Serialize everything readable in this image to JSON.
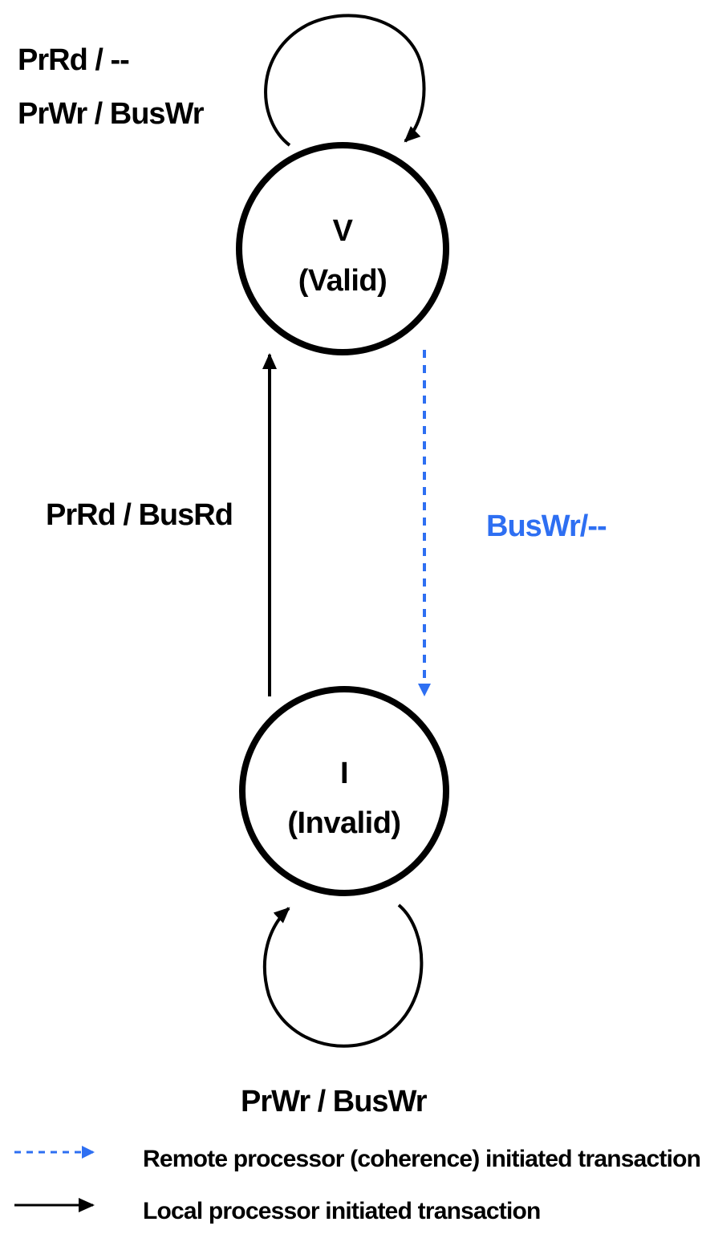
{
  "colors": {
    "local": "#000000",
    "remote": "#2e6ff2",
    "background": "#ffffff"
  },
  "states": {
    "valid": {
      "symbol": "V",
      "name": "(Valid)"
    },
    "invalid": {
      "symbol": "I",
      "name": "(Invalid)"
    }
  },
  "transitions": {
    "valid_self_line1": "PrRd / --",
    "valid_self_line2": "PrWr / BusWr",
    "invalid_to_valid": "PrRd / BusRd",
    "valid_to_invalid": "BusWr/--",
    "invalid_self": "PrWr / BusWr"
  },
  "legend": {
    "remote": "Remote processor (coherence) initiated transaction",
    "local": "Local processor initiated transaction"
  }
}
